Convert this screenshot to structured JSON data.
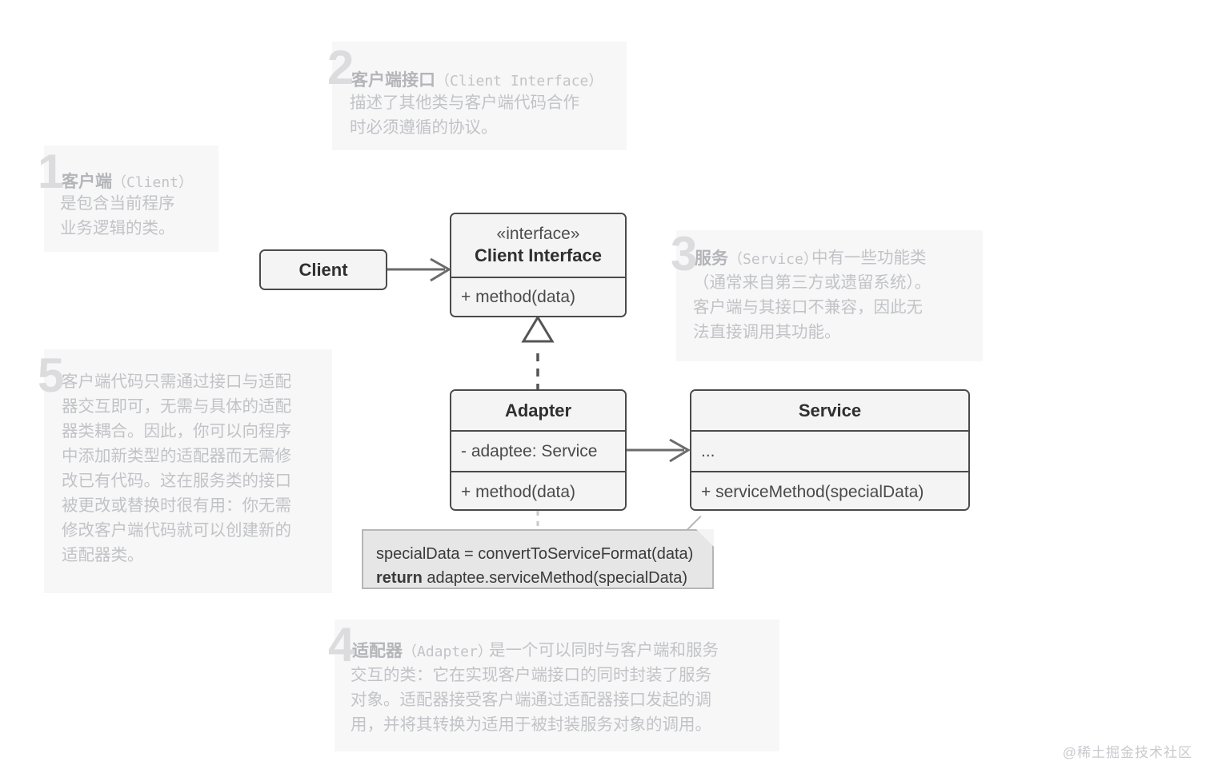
{
  "diagram": {
    "title": "Adapter Pattern UML Diagram",
    "colors": {
      "box_fill": "#f4f4f4",
      "box_border": "#4a4a4a",
      "panel_bg": "#f7f7f8",
      "note_number": "#dcdcde",
      "note_text": "#c2c3c6",
      "code_note_bg": "#e6e6e6",
      "code_note_border": "#b6b6b6",
      "connector": "#6b6b6b"
    }
  },
  "classes": {
    "client": {
      "name": "Client"
    },
    "client_interface": {
      "stereotype": "«interface»",
      "name": "Client Interface",
      "method": "+ method(data)"
    },
    "adapter": {
      "name": "Adapter",
      "field": "- adaptee: Service",
      "method": "+ method(data)"
    },
    "service": {
      "name": "Service",
      "field": "...",
      "method": "+ serviceMethod(specialData)"
    }
  },
  "code_note": {
    "line1": "specialData = convertToServiceFormat(data)",
    "line2_keyword": "return",
    "line2_rest": " adaptee.serviceMethod(specialData)"
  },
  "annotations": [
    {
      "number": "1",
      "heading": "客户端",
      "heading_latin": "（Client）",
      "body": "是包含当前程序\n业务逻辑的类。"
    },
    {
      "number": "2",
      "heading": "客户端接口",
      "heading_latin": "（Client Interface）",
      "body": "描述了其他类与客户端代码合作\n时必须遵循的协议。"
    },
    {
      "number": "3",
      "heading": "服务",
      "heading_latin": "（Service）",
      "body": " 中有一些功能类\n（通常来自第三方或遗留系统）。\n客户端与其接口不兼容，因此无\n法直接调用其功能。"
    },
    {
      "number": "4",
      "heading": "适配器",
      "heading_latin": "（Adapter）",
      "body": " 是一个可以同时与客户端和服务\n交互的类：它在实现客户端接口的同时封装了服务\n对象。适配器接受客户端通过适配器接口发起的调\n用，并将其转换为适用于被封装服务对象的调用。"
    },
    {
      "number": "5",
      "heading": "",
      "heading_latin": "",
      "body": "客户端代码只需通过接口与适配\n器交互即可，无需与具体的适配\n器类耦合。因此，你可以向程序\n中添加新类型的适配器而无需修\n改已有代码。这在服务类的接口\n被更改或替换时很有用：你无需\n修改客户端代码就可以创建新的\n适配器类。"
    }
  ],
  "watermark": {
    "text": "@稀土掘金技术社区"
  }
}
